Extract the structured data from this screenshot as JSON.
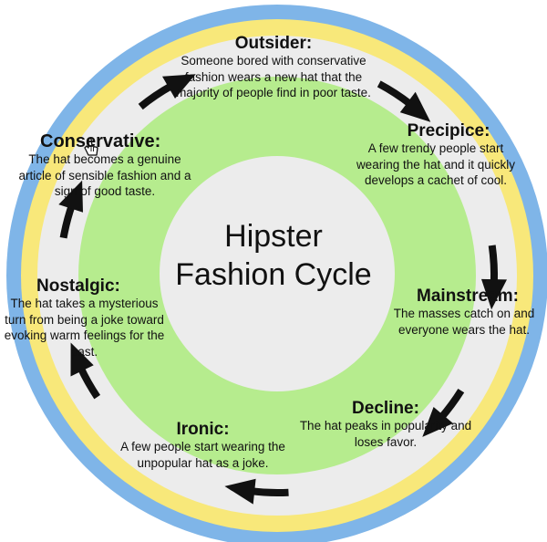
{
  "center": {
    "line1": "Hipster",
    "line2": "Fashion Cycle"
  },
  "stages": [
    {
      "title": "Outsider:",
      "desc": "Someone bored with conservative fashion wears a new hat that the majority of people find in poor taste."
    },
    {
      "title": "Precipice:",
      "desc": "A few trendy people start wearing the hat and it quickly develops a cachet of cool."
    },
    {
      "title": "Mainstream:",
      "desc": "The masses catch on and everyone wears the hat."
    },
    {
      "title": "Decline:",
      "desc": "The hat peaks in popularity and loses favor."
    },
    {
      "title": "Ironic:",
      "desc": "A few people start wearing the unpopular hat as a joke."
    },
    {
      "title": "Nostalgic:",
      "desc": "The hat takes a mysterious turn from being a joke toward evoking warm feelings for the past."
    },
    {
      "title": "Conservative:",
      "desc": "The hat becomes a genuine article of sensible fashion and a sign of good taste."
    }
  ],
  "colors": {
    "outer_ring": "#7fb5e8",
    "yellow_ring": "#f8e87a",
    "gray_ring": "#ececec",
    "green_ring": "#b6ec8e",
    "center_disc": "#ececec",
    "arrows": "#111111"
  },
  "icons": {
    "arrows": "curved-arrow-icon",
    "cursor": "hand-cursor-icon"
  }
}
